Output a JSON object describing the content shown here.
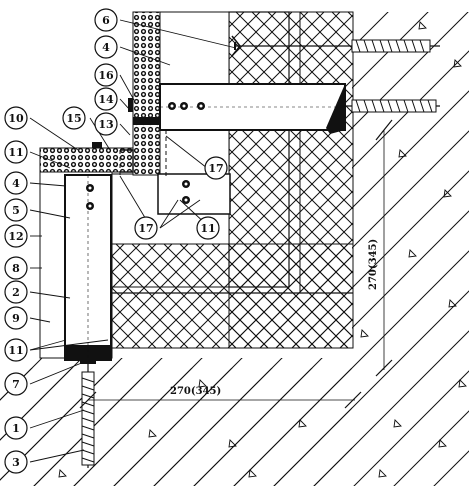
{
  "dimensions": {
    "horizontal": "270(345)",
    "vertical": "270(345)"
  },
  "callouts": [
    {
      "id": "c1",
      "label": "1"
    },
    {
      "id": "c2",
      "label": "2"
    },
    {
      "id": "c3",
      "label": "3"
    },
    {
      "id": "c4a",
      "label": "4"
    },
    {
      "id": "c4b",
      "label": "4"
    },
    {
      "id": "c5",
      "label": "5"
    },
    {
      "id": "c6",
      "label": "6"
    },
    {
      "id": "c7",
      "label": "7"
    },
    {
      "id": "c8",
      "label": "8"
    },
    {
      "id": "c9",
      "label": "9"
    },
    {
      "id": "c10",
      "label": "10"
    },
    {
      "id": "c11a",
      "label": "11"
    },
    {
      "id": "c11b",
      "label": "11"
    },
    {
      "id": "c11c",
      "label": "11"
    },
    {
      "id": "c12",
      "label": "12"
    },
    {
      "id": "c13",
      "label": "13"
    },
    {
      "id": "c14",
      "label": "14"
    },
    {
      "id": "c15",
      "label": "15"
    },
    {
      "id": "c16",
      "label": "16"
    },
    {
      "id": "c17a",
      "label": "17"
    },
    {
      "id": "c17b",
      "label": "17"
    }
  ]
}
